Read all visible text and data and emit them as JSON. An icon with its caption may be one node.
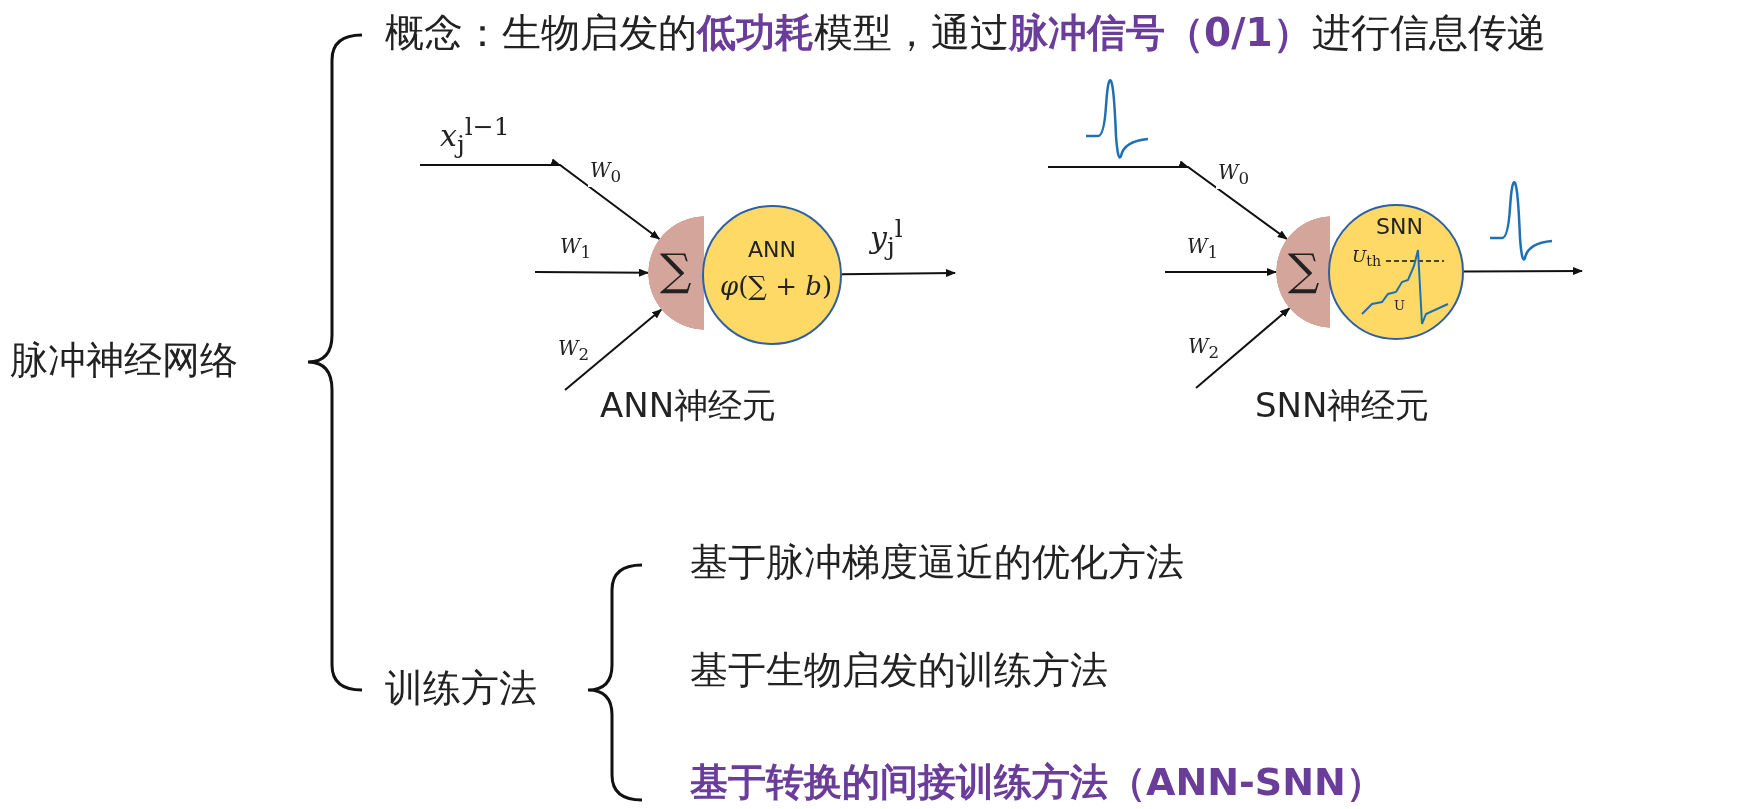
{
  "diagram": {
    "nodes": [
      {
        "text": [
          "∑"
        ]
      },
      {
        "text": [
          "ANN",
          "*φ*(∑ + *b*)"
        ],
        "beside": [
          "ANN神经元"
        ]
      },
      {
        "text": [
          "∑"
        ]
      },
      {
        "text": [
          "SNN",
          "*U*$_{th}$",
          "U"
        ],
        "beside": [
          "SNN神经元"
        ]
      }
    ],
    "edges": [
      {
        "from": null,
        "to": 0,
        "arrow": "to",
        "label": "*W*$_{0}$"
      },
      {
        "from": null,
        "to": 0,
        "arrow": "to",
        "label": "*W*$_{1}$"
      },
      {
        "from": null,
        "to": 0,
        "arrow": "to",
        "label": "*W*$_{2}$"
      },
      {
        "from": 1,
        "to": null,
        "arrow": "to",
        "label": "*y*$_{j}$$^{l}$"
      },
      {
        "from": null,
        "to": 2,
        "arrow": "to",
        "label": "*W*$_{0}$"
      },
      {
        "from": null,
        "to": 2,
        "arrow": "to",
        "label": "*W*$_{1}$"
      },
      {
        "from": null,
        "to": 2,
        "arrow": "to",
        "label": "*W*$_{2}$"
      },
      {
        "from": 3,
        "to": null,
        "arrow": "to"
      }
    ],
    "labels": [
      "脉冲神经网络",
      "概念：生物启发的**低功耗**模型，通过**脉冲信号（0/1）**进行信息传递",
      "*x*$_{j}$$^{l−1}$",
      "训练方法",
      "基于脉冲梯度逼近的优化方法",
      "基于生物启发的训练方法",
      "基于转换的间接训练方法（ANN-SNN）"
    ]
  }
}
